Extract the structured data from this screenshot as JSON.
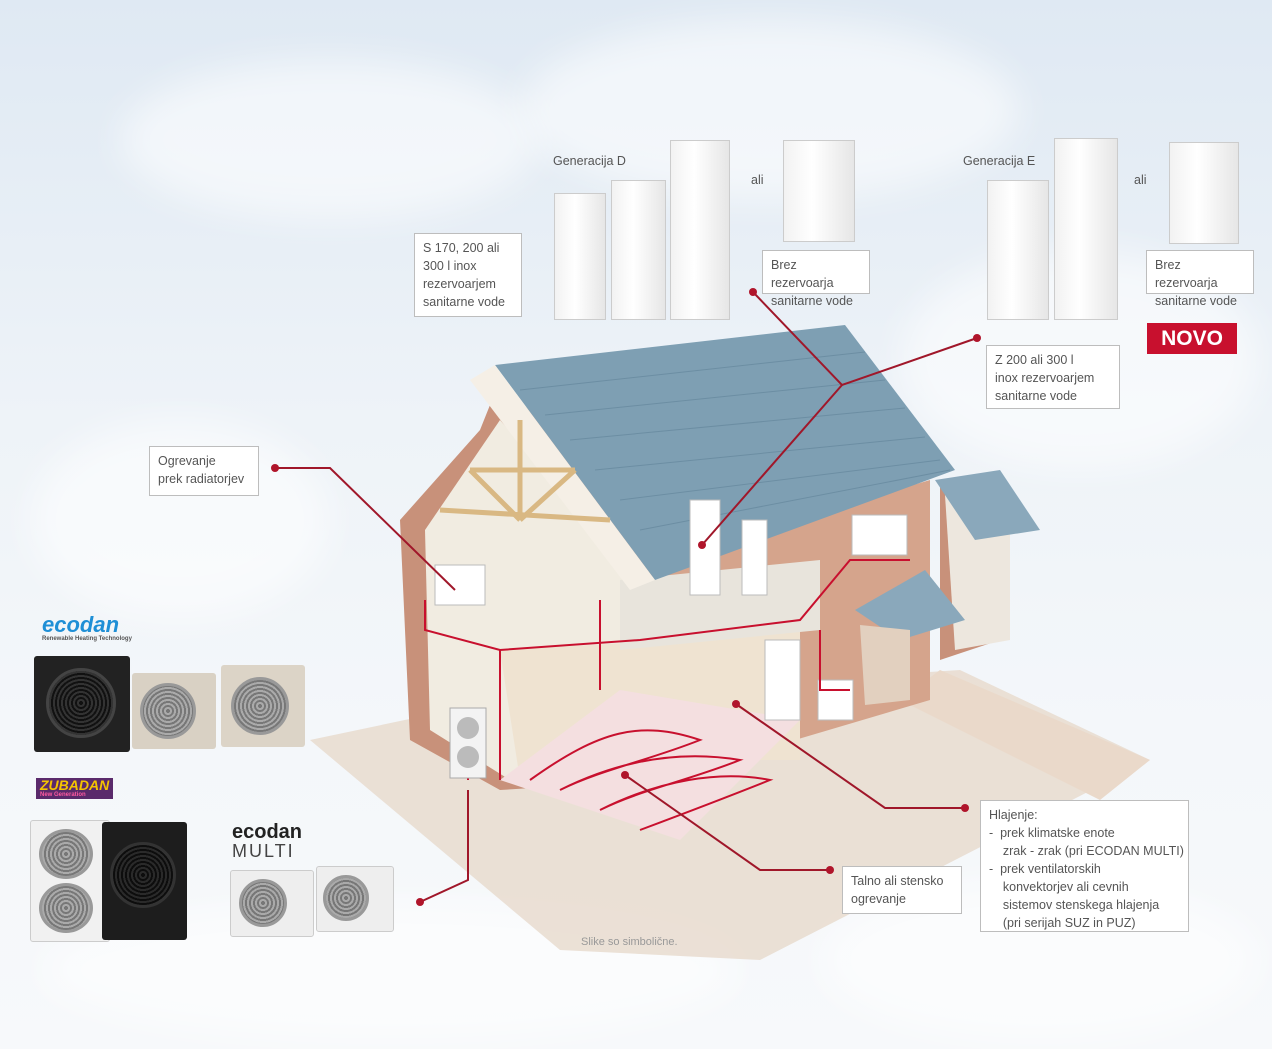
{
  "generation_d": {
    "label": "Generacija D",
    "or": "ali"
  },
  "generation_e": {
    "label": "Generacija E",
    "or": "ali"
  },
  "boxes": {
    "tank_d": [
      "S 170, 200 ali",
      "300 l inox",
      "rezervoarjem",
      "sanitarne vode"
    ],
    "no_tank_d": [
      "Brez rezervoarja",
      "sanitarne vode"
    ],
    "no_tank_e": [
      "Brez rezervoarja",
      "sanitarne vode"
    ],
    "tank_e": [
      "Z 200 ali 300 l",
      "inox rezervoarjem",
      "sanitarne vode"
    ],
    "radiators": [
      "Ogrevanje",
      "prek radiatorjev"
    ],
    "floor": [
      "Talno ali stensko",
      "ogrevanje"
    ],
    "cooling": [
      "Hlajenje:",
      "-  prek klimatske enote",
      "    zrak - zrak (pri ECODAN MULTI)",
      "-  prek ventilatorskih",
      "    konvektorjev ali cevnih",
      "    sistemov stenskega hlajenja",
      "    (pri serijah SUZ in PUZ)"
    ]
  },
  "novo": "NOVO",
  "footnote": "Slike so simbolične.",
  "brands": {
    "ecodan": "ecodan",
    "ecodan_tagline": "Renewable Heating Technology",
    "zubadan": "ZUBADAN",
    "zubadan_tagline": "New Generation",
    "ecodan_multi": "ecodan",
    "ecodan_multi_sub": "MULTI"
  },
  "colors": {
    "accent_red": "#c8102e",
    "pipe_red": "#a0172a",
    "ecodan_blue": "#1f8fd6"
  }
}
